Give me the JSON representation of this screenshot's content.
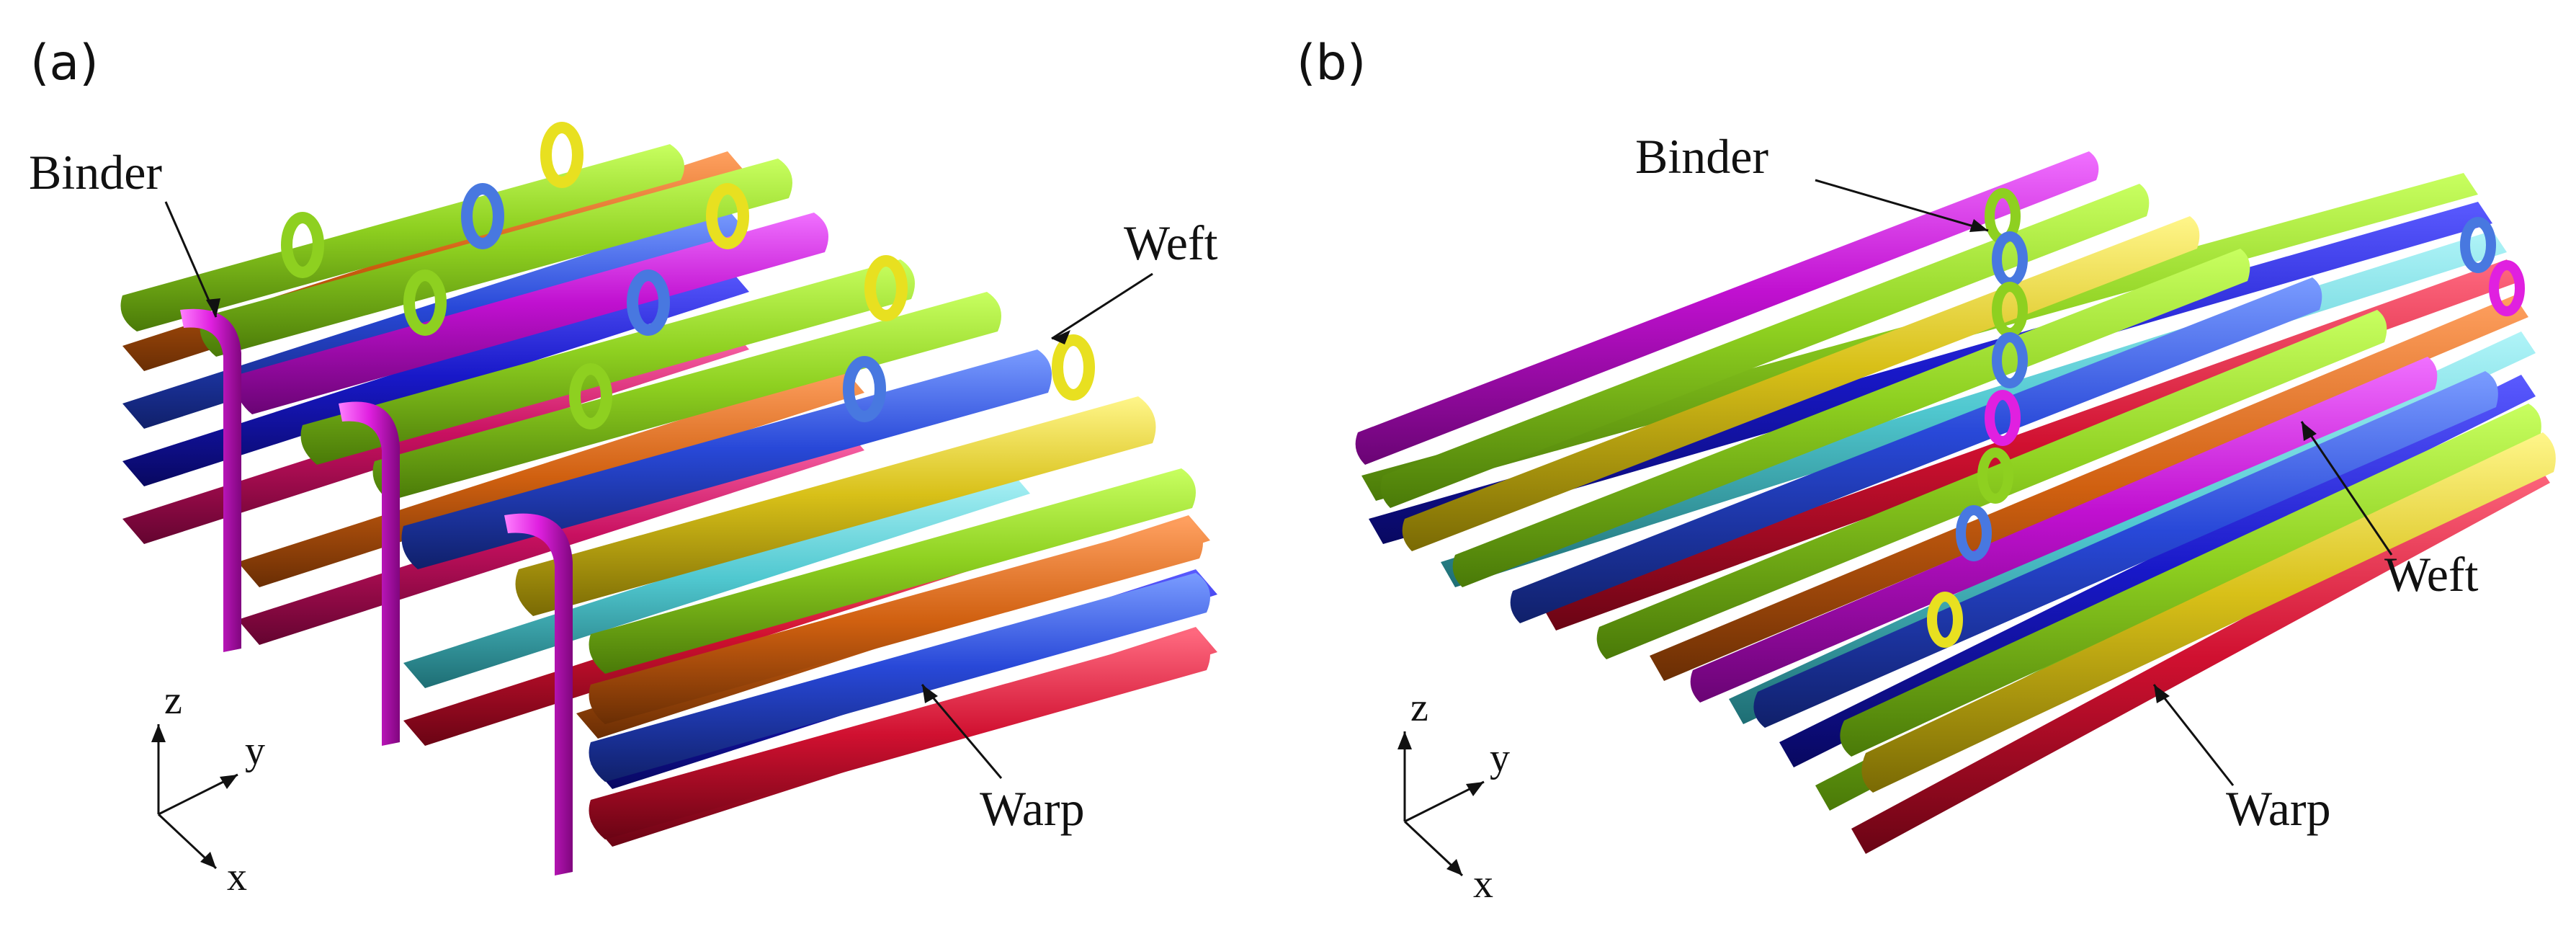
{
  "panels": [
    {
      "label": "(a)",
      "annotations": {
        "binder": "Binder",
        "weft": "Weft",
        "warp": "Warp"
      },
      "axes": {
        "x": "x",
        "y": "y",
        "z": "z"
      }
    },
    {
      "label": "(b)",
      "annotations": {
        "binder": "Binder",
        "weft": "Weft",
        "warp": "Warp"
      },
      "axes": {
        "x": "x",
        "y": "y",
        "z": "z"
      }
    }
  ],
  "colors": {
    "weft": [
      "#8ed020",
      "#c010d0",
      "#2848d8",
      "#d8c018"
    ],
    "warp": [
      "#d01030",
      "#1818c8",
      "#d06010",
      "#50c8d0",
      "#8ed020",
      "#c81060"
    ],
    "binder": [
      "#e020e0",
      "#4878e0",
      "#e8e020"
    ]
  }
}
